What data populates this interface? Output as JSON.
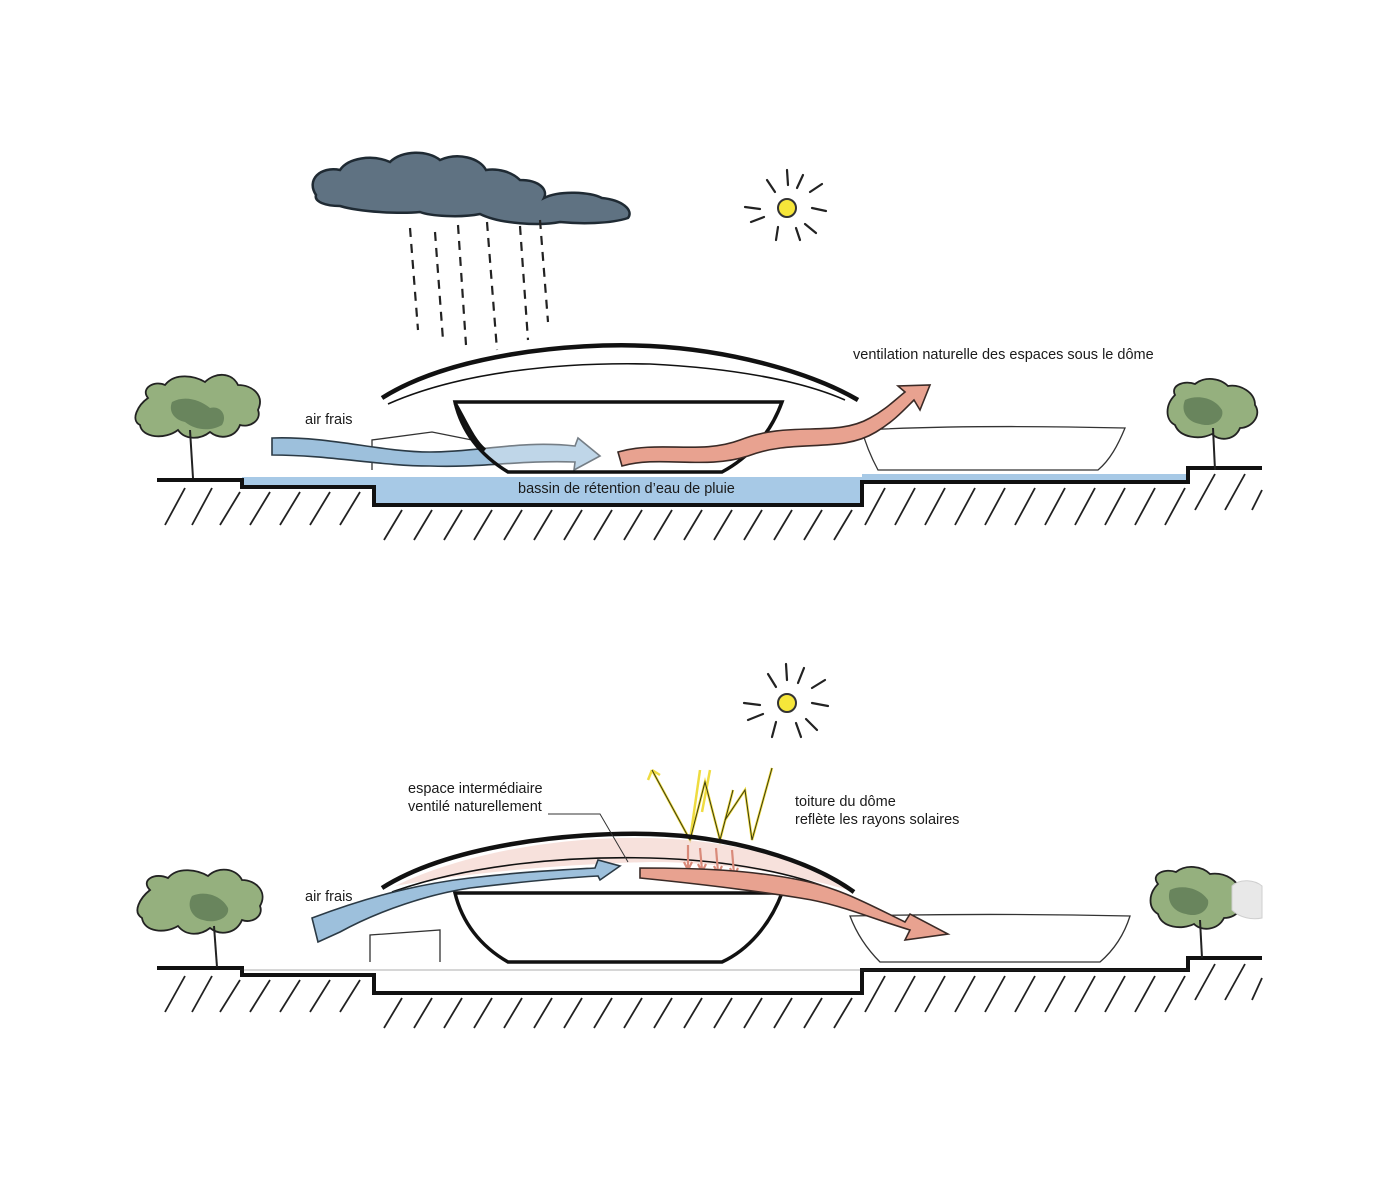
{
  "colors": {
    "cloud": "#5f7282",
    "sun": "#f6e63a",
    "water": "#a7c9e6",
    "cool_air": "#9dc0dc",
    "warm_air": "#e8a290",
    "tree": "#95b07e",
    "tree_dark": "#5e7a55",
    "sun_rays_reflected": "#efdc40",
    "ink": "#111111"
  },
  "top_section": {
    "label_fresh_air": "air frais",
    "label_ventilation": "ventilation naturelle des espaces sous le dôme",
    "label_basin": "bassin de rétention d’eau de pluie"
  },
  "bottom_section": {
    "label_fresh_air": "air frais",
    "label_intermediate_line1": "espace intermédiaire",
    "label_intermediate_line2": "ventilé naturellement",
    "label_roof_line1": "toiture du dôme",
    "label_roof_line2": "reflète les rayons solaires"
  }
}
